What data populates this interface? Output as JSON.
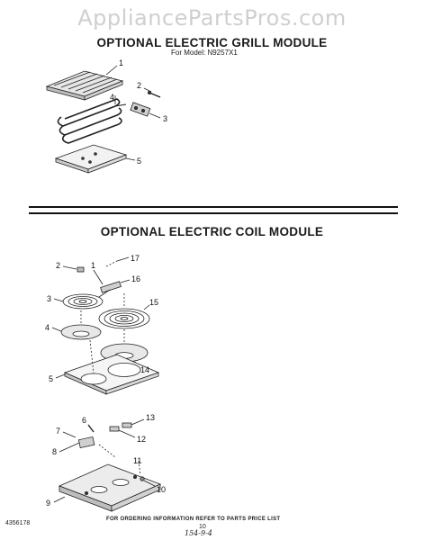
{
  "watermark": "AppliancePartsPros.com",
  "grill_module": {
    "title": "OPTIONAL ELECTRIC GRILL MODULE",
    "model_line": "For Model: N9257X1",
    "callouts": [
      "1",
      "2",
      "3",
      "4",
      "5"
    ]
  },
  "coil_module": {
    "title": "OPTIONAL ELECTRIC COIL MODULE",
    "callouts": [
      "1",
      "2",
      "3",
      "4",
      "5",
      "6",
      "7",
      "8",
      "9",
      "10",
      "11",
      "12",
      "13",
      "14",
      "15",
      "16",
      "17"
    ]
  },
  "footer": {
    "doc_number": "4356178",
    "ordering_note": "FOR ORDERING INFORMATION REFER TO PARTS PRICE LIST",
    "page_number": "10",
    "handwritten": "154-9-4"
  }
}
